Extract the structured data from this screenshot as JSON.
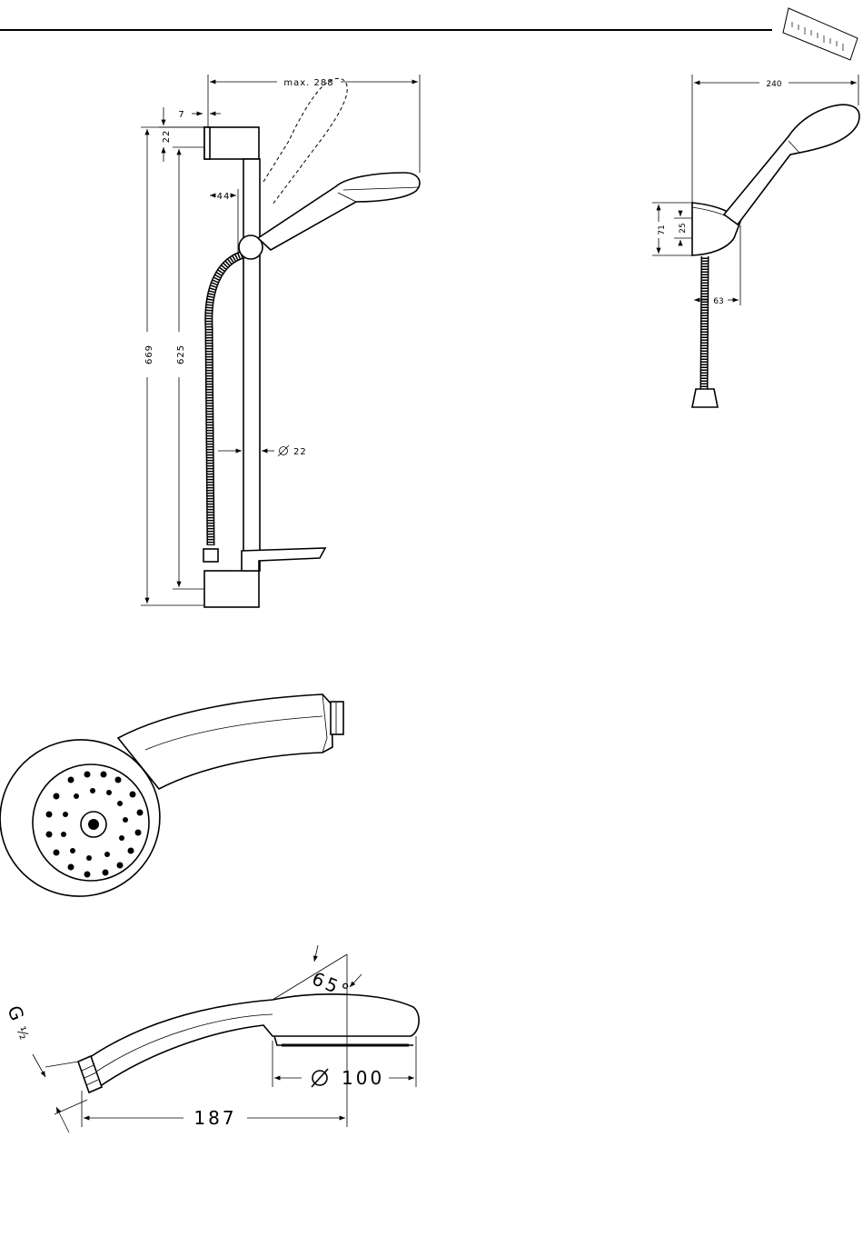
{
  "drawing": {
    "front_view": {
      "width_label": "max. 288",
      "offset_label": "7",
      "top_gap_label": "22",
      "rail_total_label": "669",
      "rail_inner_label": "625",
      "slider_offset_label": "44",
      "rail_diameter_label": "22"
    },
    "wall_holder_view": {
      "width_label": "240",
      "height_label": "71",
      "inner_height_label": "25",
      "depth_label": "63"
    },
    "hand_shower_side_view": {
      "length_label": "187",
      "diameter_label": "100",
      "angle_label": "65°",
      "thread_label": "G",
      "thread_size_label": "½"
    }
  },
  "colors": {
    "line": "#000000",
    "background": "#ffffff"
  },
  "icons": [
    "ruler-scale-icon",
    "diameter-symbol-icon"
  ]
}
